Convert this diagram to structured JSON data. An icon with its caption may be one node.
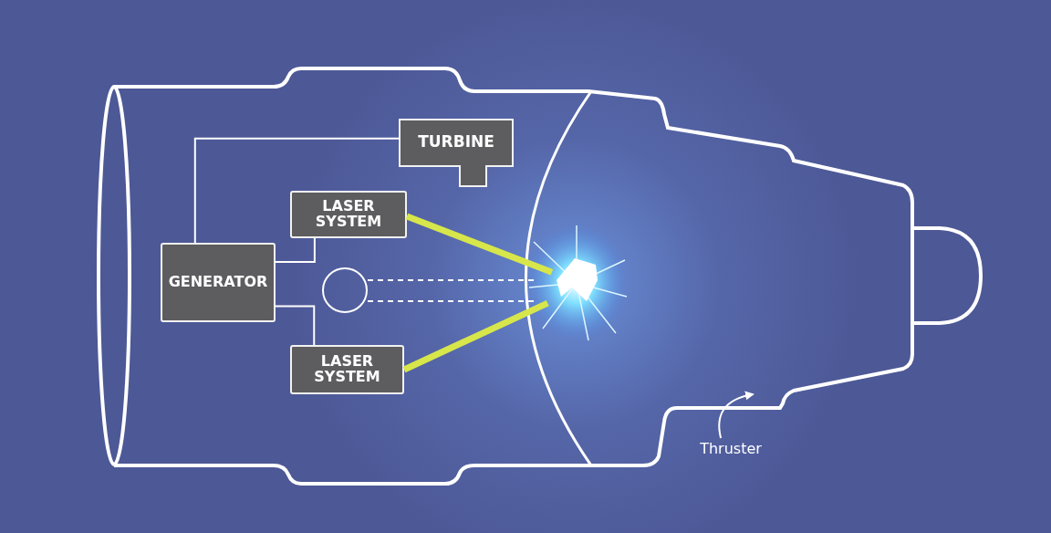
{
  "diagram": {
    "nodes": [
      {
        "text": [
          "TURBINE"
        ]
      },
      {
        "text": [
          "LASER SYSTEM"
        ]
      },
      {
        "text": [
          "GENERATOR"
        ]
      },
      {
        "text": [],
        "shape": "circle"
      },
      {
        "text": [
          "LASER SYSTEM"
        ]
      },
      {
        "text": [],
        "shape": "picture"
      },
      {
        "text": [
          "Thruster"
        ]
      }
    ],
    "edges": [
      {
        "from": 2,
        "to": 0,
        "arrow": "none"
      },
      {
        "from": 2,
        "to": 1,
        "arrow": "none"
      },
      {
        "from": 2,
        "to": 4,
        "arrow": "none"
      },
      {
        "from": 3,
        "to": 5,
        "arrow": "none",
        "style": "dashed"
      },
      {
        "from": 3,
        "to": 5,
        "arrow": "none",
        "style": "dashed"
      },
      {
        "from": 1,
        "to": 5,
        "arrow": "none",
        "style": "thick",
        "color": "#d7e64a"
      },
      {
        "from": 4,
        "to": 5,
        "arrow": "none",
        "style": "thick",
        "color": "#d7e64a"
      },
      {
        "from": 6,
        "to": null,
        "arrow": "to"
      }
    ]
  }
}
